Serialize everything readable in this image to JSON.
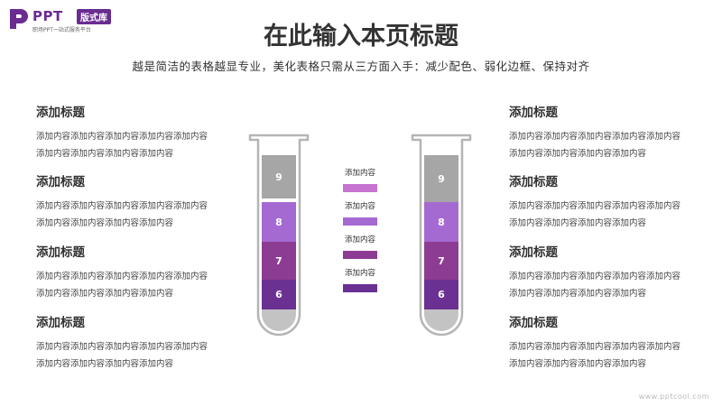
{
  "logo": {
    "brand": "PPT",
    "badge": "版式库",
    "tagline": "职场PPT一站式服务平台"
  },
  "header": {
    "title": "在此输入本页标题",
    "subtitle": "越是简洁的表格越显专业，美化表格只需从三方面入手：减少配色、弱化边框、保持对齐"
  },
  "left_blocks": [
    {
      "title": "添加标题",
      "body": "添加内容添加内容添加内容添加内容添加内容添加内容添加内容添加内容添加内容"
    },
    {
      "title": "添加标题",
      "body": "添加内容添加内容添加内容添加内容添加内容添加内容添加内容添加内容添加内容"
    },
    {
      "title": "添加标题",
      "body": "添加内容添加内容添加内容添加内容添加内容添加内容添加内容添加内容添加内容"
    },
    {
      "title": "添加标题",
      "body": "添加内容添加内容添加内容添加内容添加内容添加内容添加内容添加内容添加内容"
    }
  ],
  "right_blocks": [
    {
      "title": "添加标题",
      "body": "添加内容添加内容添加内容添加内容添加内容添加内容添加内容添加内容添加内容"
    },
    {
      "title": "添加标题",
      "body": "添加内容添加内容添加内容添加内容添加内容添加内容添加内容添加内容添加内容"
    },
    {
      "title": "添加标题",
      "body": "添加内容添加内容添加内容添加内容添加内容添加内容添加内容添加内容添加内容"
    },
    {
      "title": "添加标题",
      "body": "添加内容添加内容添加内容添加内容添加内容添加内容添加内容添加内容添加内容"
    }
  ],
  "tubes": [
    {
      "segments": [
        {
          "label": "9",
          "color": "#a6a6a6"
        },
        {
          "label": "8",
          "color": "#a56ad2"
        },
        {
          "label": "7",
          "color": "#8d3c93"
        },
        {
          "label": "6",
          "color": "#6a3193"
        }
      ],
      "bottom_color": "#c3c3c3"
    },
    {
      "segments": [
        {
          "label": "9",
          "color": "#a6a6a6"
        },
        {
          "label": "8",
          "color": "#a56ad2"
        },
        {
          "label": "7",
          "color": "#8d3c93"
        },
        {
          "label": "6",
          "color": "#6a3193"
        }
      ],
      "bottom_color": "#c3c3c3"
    }
  ],
  "legend": [
    {
      "label": "添加内容",
      "color": "#c774d1"
    },
    {
      "label": "添加内容",
      "color": "#a56ad2"
    },
    {
      "label": "添加内容",
      "color": "#8d3c93"
    },
    {
      "label": "添加内容",
      "color": "#6a3193"
    }
  ],
  "colors": {
    "brand": "#6a2c91",
    "tube_outline": "#b5b5b5"
  },
  "footer": {
    "url": "www.pptcool.com"
  }
}
